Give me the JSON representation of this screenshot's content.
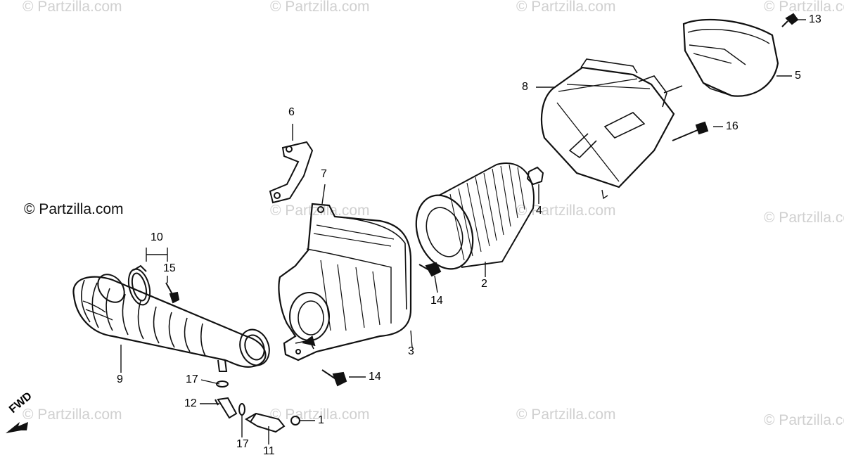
{
  "watermark_text": "© Partzilla.com",
  "brand_label": "© Partzilla.com",
  "fwd_label": "FWD",
  "callouts": {
    "c1": "1",
    "c2": "2",
    "c3": "3",
    "c4": "4",
    "c5": "5",
    "c6": "6",
    "c7": "7",
    "c8": "8",
    "c9": "9",
    "c10": "10",
    "c11": "11",
    "c12": "12",
    "c13": "13",
    "c14a": "14",
    "c14b": "14",
    "c15": "15",
    "c16": "16",
    "c17a": "17",
    "c17b": "17"
  },
  "colors": {
    "line": "#111111",
    "watermark": "#d0d0d0",
    "background": "#ffffff"
  }
}
